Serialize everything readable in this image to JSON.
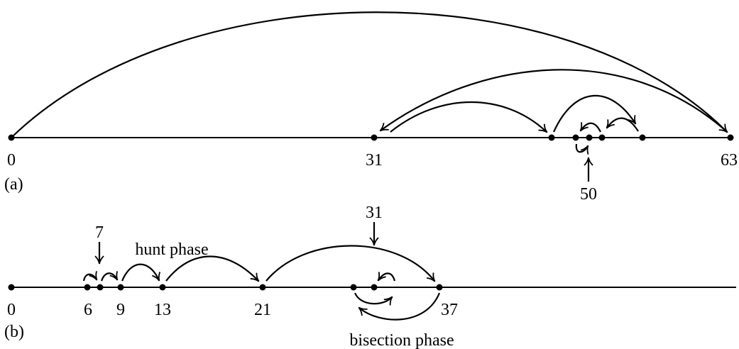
{
  "panel_a": {
    "caption": "(a)",
    "labels": {
      "start": "0",
      "mid": "31",
      "end": "63",
      "target": "50"
    }
  },
  "panel_b": {
    "caption": "(b)",
    "labels": {
      "l0": "0",
      "l6": "6",
      "l7": "7",
      "l9": "9",
      "l13": "13",
      "l21": "21",
      "l31": "31",
      "l37": "37"
    },
    "hunt_phase": "hunt phase",
    "bisection_phase": "bisection phase"
  },
  "colors": {
    "ink": "#000000",
    "background": "#ffffff"
  }
}
